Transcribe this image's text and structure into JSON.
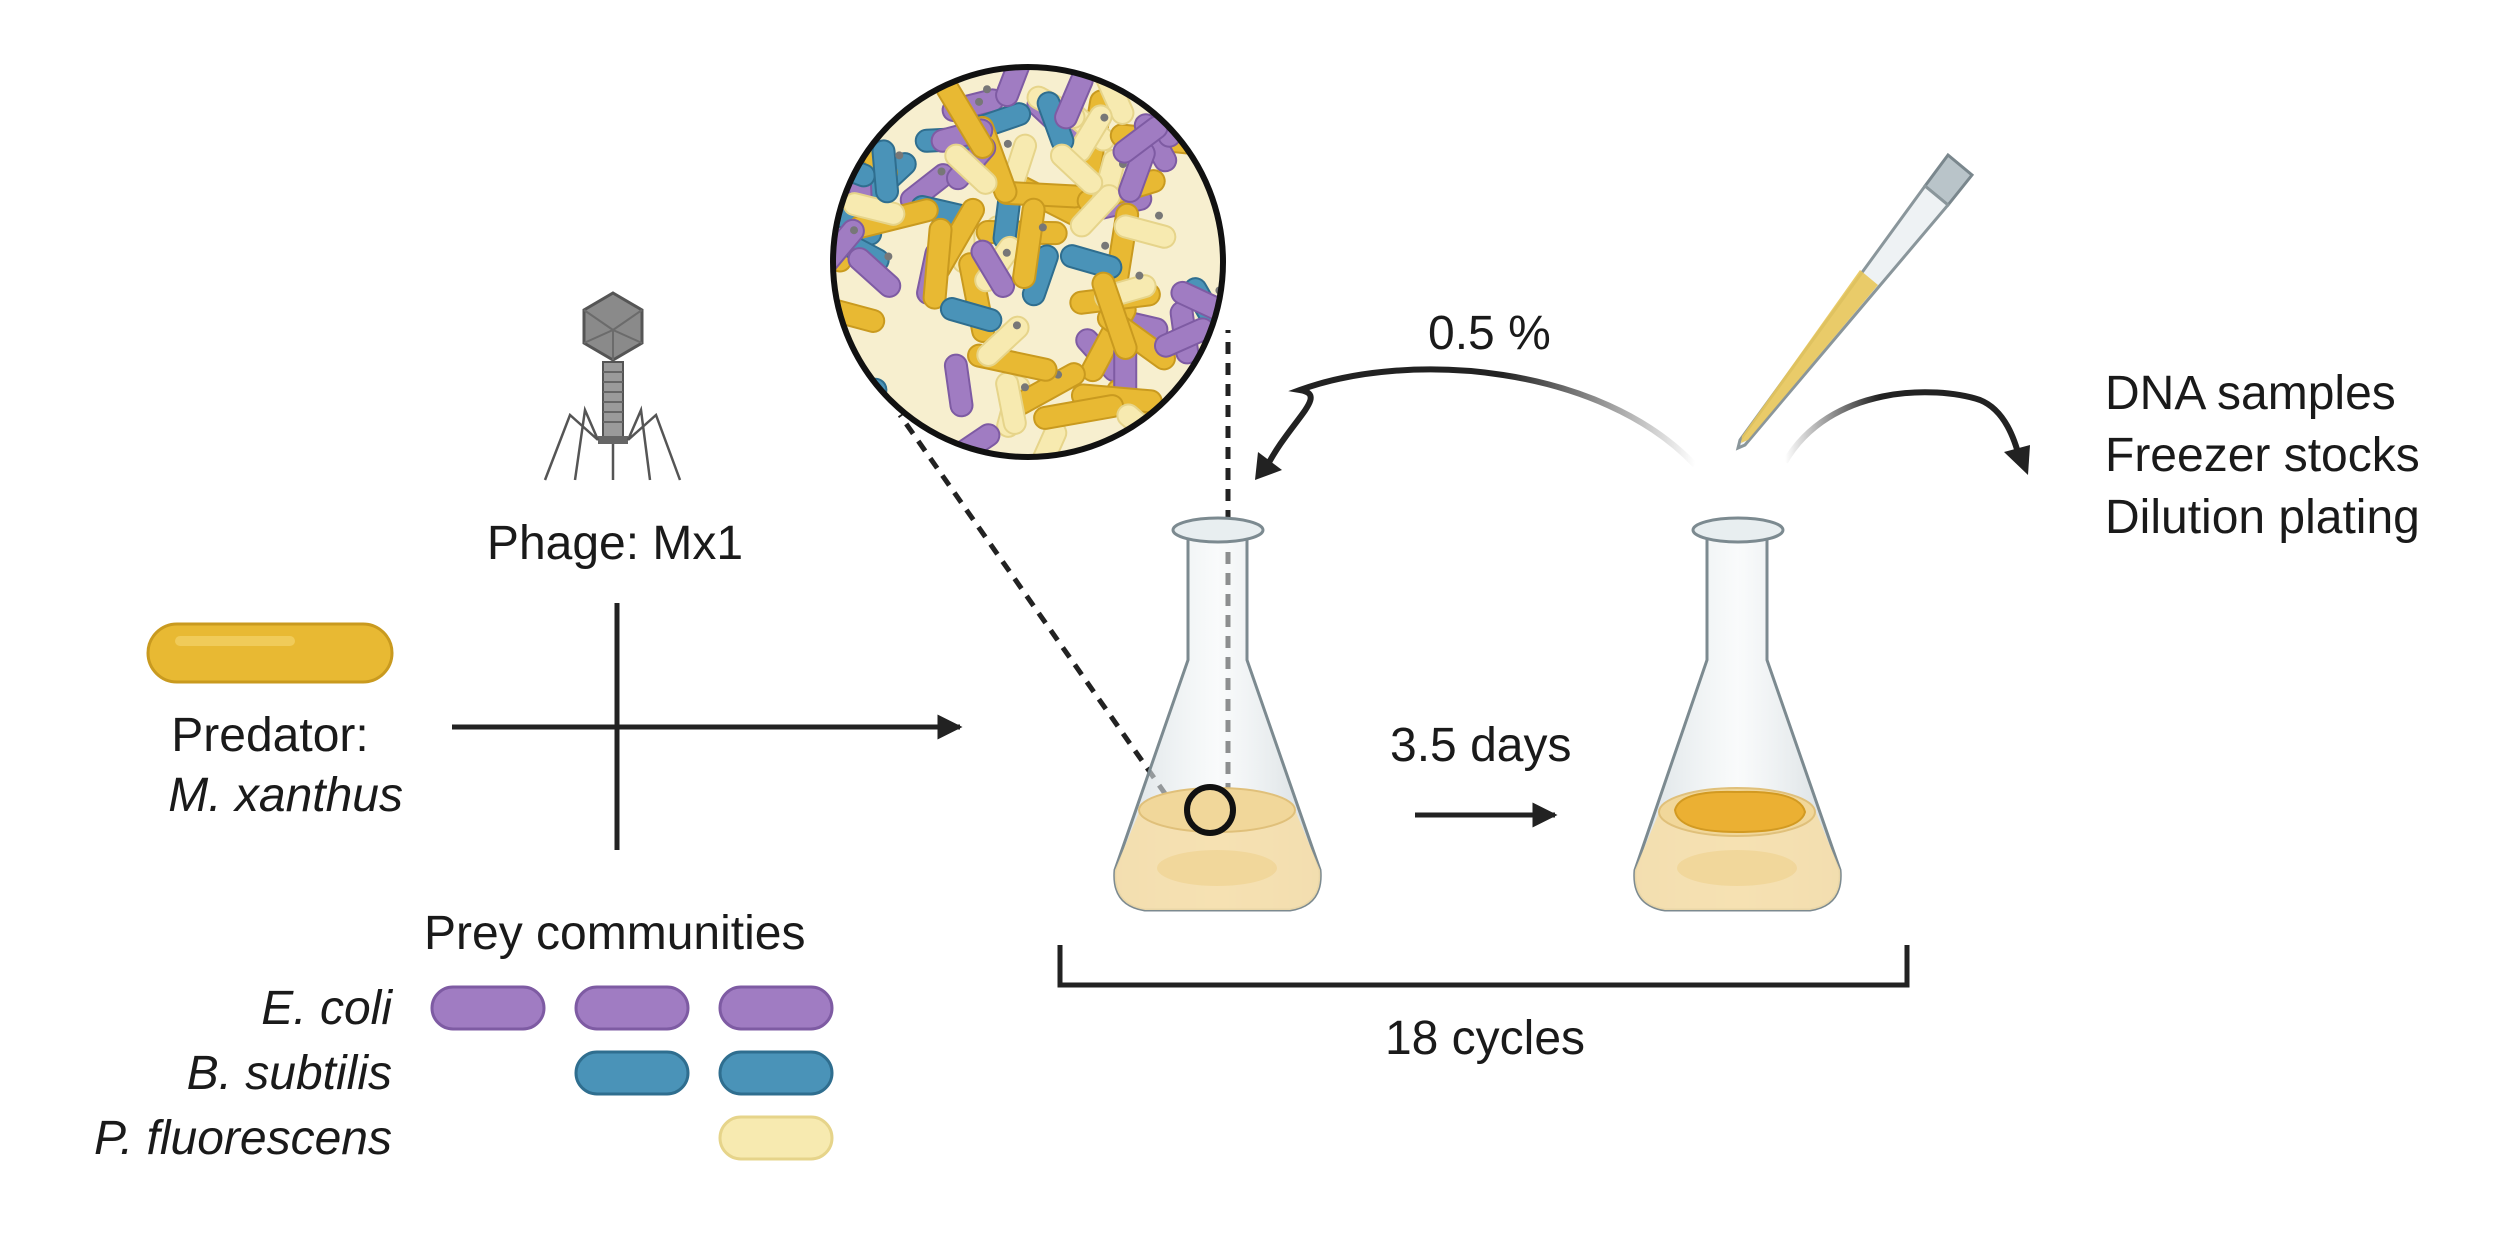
{
  "phage": {
    "label": "Phage: Mx1"
  },
  "predator": {
    "label": "Predator:",
    "species": "M. xanthus",
    "color": "#e8b933"
  },
  "prey": {
    "title": "Prey communities",
    "species": [
      {
        "name": "E. coli",
        "color": "#a07cc2"
      },
      {
        "name": "B. subtilis",
        "color": "#4a93b8"
      },
      {
        "name": "P. fluorescens",
        "color": "#f7eab0"
      }
    ]
  },
  "transfer": {
    "percent_label": "0.5 %"
  },
  "incubation": {
    "duration_label": "3.5 days"
  },
  "cycles": {
    "label": "18 cycles"
  },
  "outputs": [
    "DNA samples",
    "Freezer stocks",
    "Dilution plating"
  ],
  "colors": {
    "medium": "#f5deaa",
    "culture": "#ebb033",
    "line": "#222222"
  }
}
